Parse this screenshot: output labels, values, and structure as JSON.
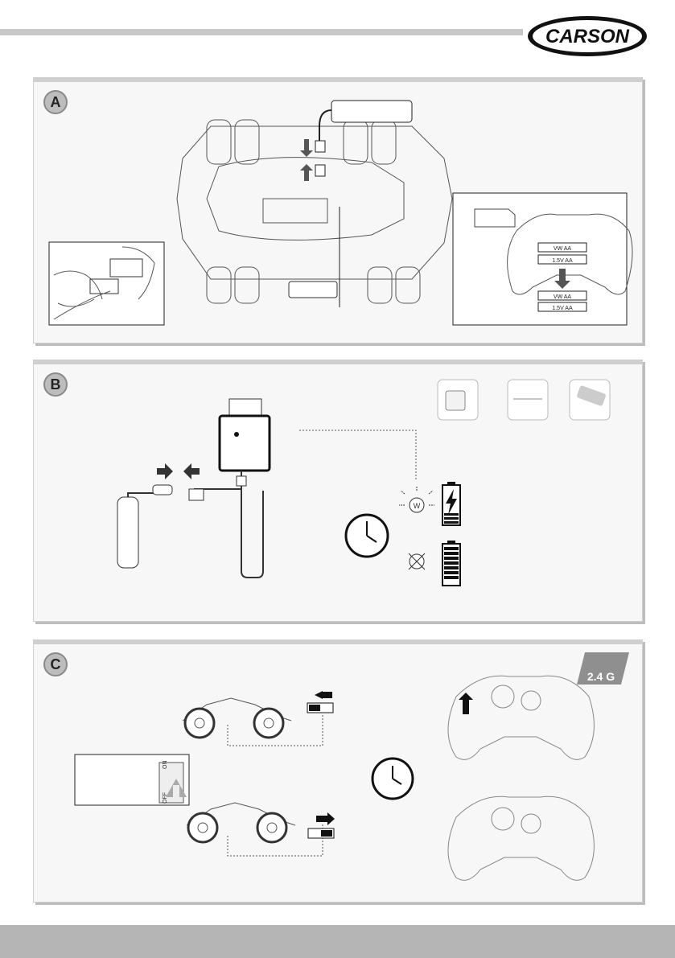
{
  "brand": {
    "logo_text": "CARSON"
  },
  "panels": [
    {
      "label": "A"
    },
    {
      "label": "B"
    },
    {
      "label": "C"
    }
  ],
  "battery_labels": {
    "top": "VW AA",
    "mid": "1.5V AA",
    "loose_a": "VW AA",
    "loose_b": "1.5V AA"
  },
  "frequency_badge": "2.4 G",
  "switch_labels": {
    "on": "ON",
    "off": "OFF"
  },
  "lamp_label": "W"
}
